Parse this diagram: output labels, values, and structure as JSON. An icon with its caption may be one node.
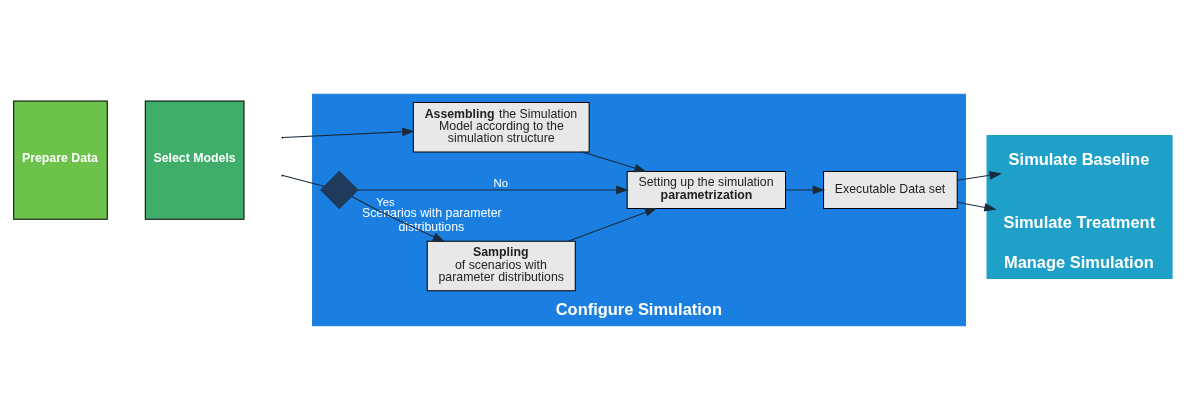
{
  "diagram": {
    "nodes": [
      {
        "text": [
          "Prepare Data"
        ]
      },
      {
        "text": [
          "Select Models"
        ]
      },
      {
        "text": [
          "Configure Simulation"
        ]
      },
      {
        "text": [
          "**Assembling** the Simulation Model according to the simulation structure"
        ],
        "in": 2
      },
      {
        "text": [],
        "shape": "diamond",
        "beside": [
          "Scenarios with parameter distributions"
        ],
        "in": 2
      },
      {
        "text": [
          "Sampling",
          "of scenarios with parameter distributions"
        ],
        "in": 2
      },
      {
        "text": [
          "Setting up the simulation **parametrization**"
        ],
        "in": 2
      },
      {
        "text": [
          "Executable Data set"
        ],
        "in": 2
      },
      {
        "text": [
          "Manage Simulation"
        ]
      },
      {
        "text": [
          "Simulate Baseline"
        ],
        "in": 8
      },
      {
        "text": [
          "Simulate Treatment"
        ],
        "in": 8
      }
    ],
    "edges": [
      {
        "from": null,
        "to": 3,
        "arrow": "to"
      },
      {
        "from": null,
        "to": 4,
        "arrow": "none"
      },
      {
        "from": 4,
        "to": 5,
        "arrow": "to",
        "label": "Yes"
      },
      {
        "from": 4,
        "to": 6,
        "arrow": "to",
        "label": "No"
      },
      {
        "from": 5,
        "to": 6,
        "arrow": "to"
      },
      {
        "from": 3,
        "to": 6,
        "arrow": "to"
      },
      {
        "from": 6,
        "to": 7,
        "arrow": "to"
      },
      {
        "from": 7,
        "to": 9,
        "arrow": "to"
      },
      {
        "from": 7,
        "to": 10,
        "arrow": "to"
      }
    ]
  }
}
